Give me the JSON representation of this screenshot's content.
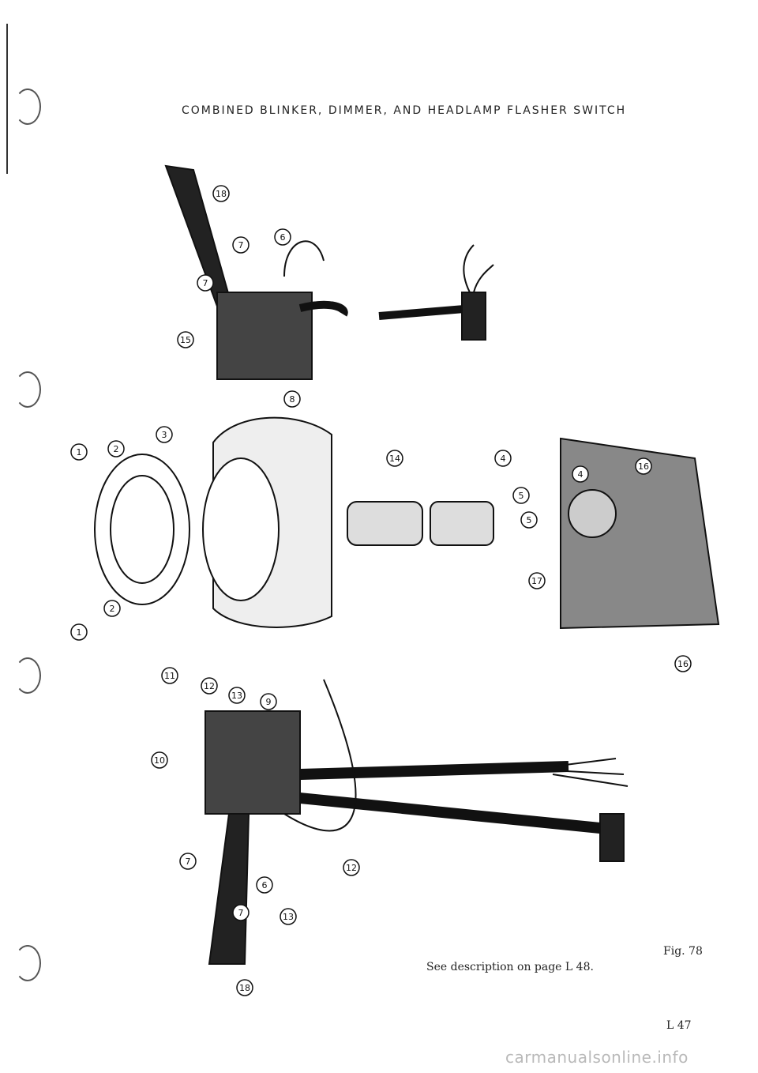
{
  "document": {
    "title": "COMBINED BLINKER, DIMMER, AND HEADLAMP FLASHER SWITCH",
    "caption": "See description on page L 48.",
    "figure_label": "Fig. 78",
    "page_number": "L 47",
    "watermark": "carmanualsonline.info"
  },
  "callouts": [
    "18",
    "7",
    "6",
    "7",
    "15",
    "8",
    "1",
    "2",
    "3",
    "14",
    "4",
    "5",
    "5",
    "16",
    "4",
    "17",
    "16",
    "1",
    "2",
    "11",
    "12",
    "13",
    "10",
    "9",
    "7",
    "6",
    "7",
    "12",
    "13",
    "18"
  ]
}
